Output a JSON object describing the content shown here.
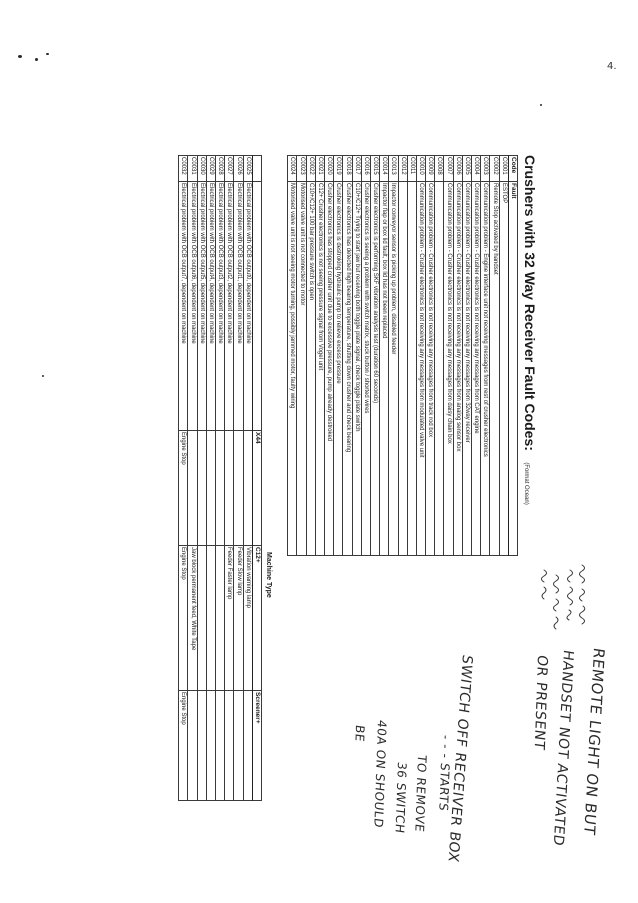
{
  "document": {
    "title": "Crushers with 32 Way Receiver Fault Codes:",
    "format_note": "(Format Ocean)",
    "page_mark": "4."
  },
  "colors": {
    "paper": "#ffffff",
    "ink": "#1e1e1e",
    "pencil": "#2b2b2b"
  },
  "fault_table": {
    "headers": {
      "code": "Code",
      "fault": "Fault"
    },
    "rows": [
      {
        "code": "C0001",
        "fault": "ESTOP"
      },
      {
        "code": "C0002",
        "fault": "Remote Stop activated by handset"
      },
      {
        "code": "C0003",
        "fault": "Communication problem - Engine interface unit not receiving messages from rest of crusher electronics"
      },
      {
        "code": "C0004",
        "fault": "Communication problem - Crusher electronics is not receiving any messages from CAT engine"
      },
      {
        "code": "C0005",
        "fault": "Communication problem - Crusher electronics is not receiving any messages from 32way receiver"
      },
      {
        "code": "C0006",
        "fault": "Communication problem - Crusher electronics is not receiving any messages from analog sensor box"
      },
      {
        "code": "C0007",
        "fault": "Communication problem - Crusher electronics is not receiving any messages from daisy chain box"
      },
      {
        "code": "C0008",
        "fault": ""
      },
      {
        "code": "C0009",
        "fault": "Communication problem - Crusher electronics is not receiving any messages from track rod box"
      },
      {
        "code": "C0010",
        "fault": "Communication problem - Crusher electronics is not receiving any messages from modulated valve unit"
      },
      {
        "code": "C0011",
        "fault": ""
      },
      {
        "code": "C0012",
        "fault": ""
      },
      {
        "code": "C0013",
        "fault": "Impactor conveyor sensor is picking up problem, disabled feeder"
      },
      {
        "code": "C0014",
        "fault": "Impactor flap or box lid fault, box lid has not been replaced"
      },
      {
        "code": "C0015",
        "fault": "Crusher electronics is performing SKF vibration analysis test (duration 60 seconds)"
      },
      {
        "code": "C0016",
        "fault": "Crusher electronics is seeing a problem with switch matrix, stuck button / shorted wires"
      },
      {
        "code": "C0017",
        "fault": "C10+/C12+ Trying to start jaw but receiving both toggle plate signal, check toggle plate switch"
      },
      {
        "code": "C0018",
        "fault": "Crusher electronics has detected high bearing temperature, shutting down crusher and check bearing"
      },
      {
        "code": "C0019",
        "fault": "Crusher electronics is destroking hydraulic pump to relieve excess pressure"
      },
      {
        "code": "C0020",
        "fault": "Crusher electronics has stopped crusher unit due to excessive pressure, pump already destroked"
      },
      {
        "code": "C0021",
        "fault": "C12+ Crusher electronics is not seeing pressure signal from Vogel unit"
      },
      {
        "code": "C0022",
        "fault": "C10+/C12+ 100 bar pressure switch is open"
      },
      {
        "code": "C0023",
        "fault": "Motorised valve unit is not connected to motor"
      },
      {
        "code": "C0024",
        "fault": "Motorised valve unit is not seeing motor turning, possibly jammed motor, faulty wiring"
      }
    ]
  },
  "machine_table": {
    "group_header": "Machine Type",
    "headers": {
      "code": "",
      "fault": "",
      "x44": "X44",
      "c12": "C12+",
      "screener": "Screener+"
    },
    "rows": [
      {
        "code": "C0025",
        "fault": "Electrical problem with OCB output0, dependent on machine",
        "x44": "",
        "c12": "Vibration warning lamp",
        "screener": ""
      },
      {
        "code": "C0026",
        "fault": "Electrical problem with OCB output1, dependent on machine",
        "x44": "",
        "c12": "Feeder Slow lamp",
        "screener": ""
      },
      {
        "code": "C0027",
        "fault": "Electrical problem with OCB output2, dependent on machine",
        "x44": "",
        "c12": "Feeder Faster lamp",
        "screener": ""
      },
      {
        "code": "C0028",
        "fault": "Electrical problem with OCB output3, dependent on machine",
        "x44": "",
        "c12": "",
        "screener": ""
      },
      {
        "code": "C0029",
        "fault": "Electrical problem with OCB output4, dependent on machine",
        "x44": "",
        "c12": "",
        "screener": ""
      },
      {
        "code": "C0030",
        "fault": "Electrical problem with OCB output5, dependent on machine",
        "x44": "",
        "c12": "",
        "screener": ""
      },
      {
        "code": "C0031",
        "fault": "Electrical problem with OCB output6, dependent on machine",
        "x44": "",
        "c12": "Jaw block permanent feed, White Tape",
        "screener": ""
      },
      {
        "code": "C0032",
        "fault": "Electrical problem with OCB output7, dependent on machine",
        "x44": "Engine Stop",
        "c12": "Engine Stop",
        "screener": "Engine Stop"
      }
    ]
  },
  "handwritten_notes": {
    "lines": [
      "REMOTE LIGHT ON BUT",
      "HANDSET NOT ACTIVATED",
      "OR PRESENT",
      "SWITCH OFF RECEIVER BOX",
      "- - - STARTS",
      "TO REMOVE",
      "36 SWITCH",
      "40A ON SHOULD",
      "BE"
    ]
  }
}
